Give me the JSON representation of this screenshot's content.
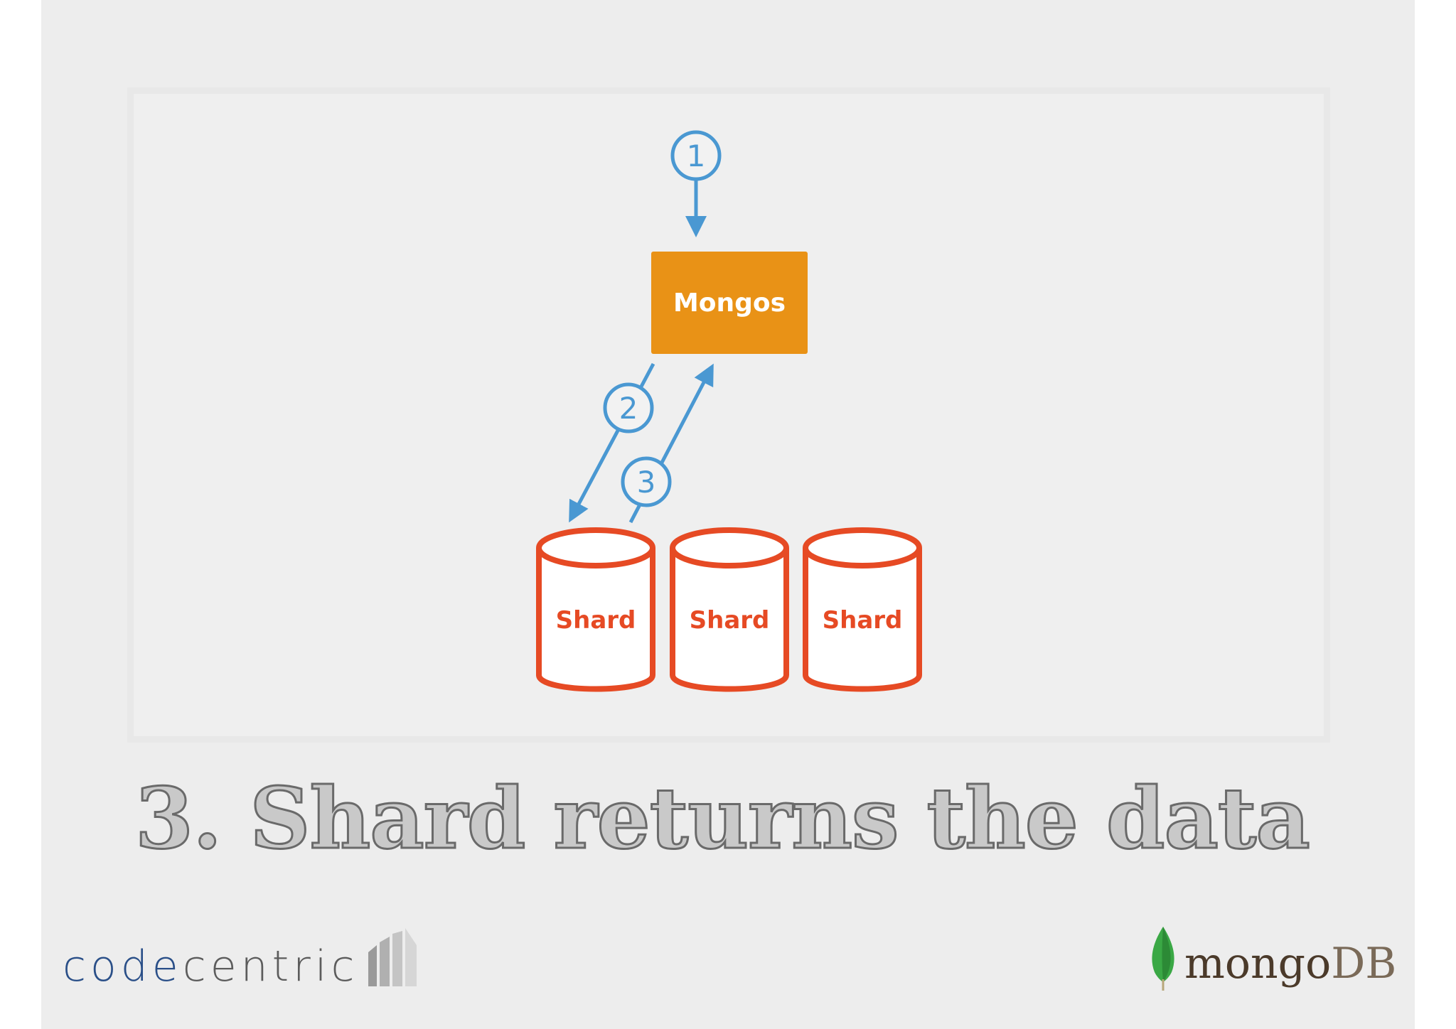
{
  "slide": {
    "title": "3. Shard returns the data"
  },
  "diagram": {
    "router_label": "Mongos",
    "shards": [
      {
        "label": "Shard"
      },
      {
        "label": "Shard"
      },
      {
        "label": "Shard"
      }
    ],
    "steps": [
      {
        "number": "1"
      },
      {
        "number": "2"
      },
      {
        "number": "3"
      }
    ]
  },
  "logos": {
    "codecentric_part1": "code",
    "codecentric_part2": "centric",
    "mongodb_part1": "mongo",
    "mongodb_part2": "DB"
  },
  "colors": {
    "router_fill": "#e99216",
    "shard_stroke": "#e64a24",
    "arrow": "#4a98d2",
    "slide_background": "#ededed"
  },
  "icons": {
    "codecentric_mark": "codecentric-mark-icon",
    "mongodb_mark": "mongodb-leaf-icon"
  }
}
